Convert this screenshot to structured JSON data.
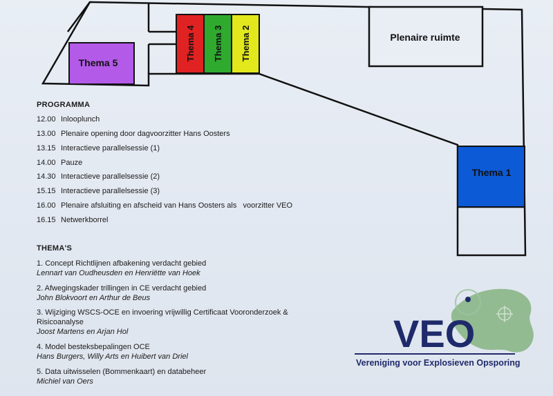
{
  "floorplan": {
    "rooms": [
      {
        "id": "thema-5",
        "label": "Thema 5",
        "color": "#b35ae8"
      },
      {
        "id": "thema-4",
        "label": "Thema 4",
        "color": "#e12222"
      },
      {
        "id": "thema-3",
        "label": "Thema 3",
        "color": "#2faa2f"
      },
      {
        "id": "thema-2",
        "label": "Thema 2",
        "color": "#e2e81c"
      },
      {
        "id": "plenaire",
        "label": "Plenaire ruimte",
        "color": "#e9eef5"
      },
      {
        "id": "thema-1",
        "label": "Thema 1",
        "color": "#0c5ad6"
      }
    ]
  },
  "programma": {
    "title": "PROGRAMMA",
    "items": [
      {
        "time": "12.00",
        "text": "Inlooplunch"
      },
      {
        "time": "13.00",
        "text": "Plenaire opening door dagvoorzitter Hans Oosters"
      },
      {
        "time": "13.15",
        "text": "Interactieve parallelsessie (1)"
      },
      {
        "time": "14.00",
        "text": "Pauze"
      },
      {
        "time": "14.30",
        "text": "Interactieve parallelsessie (2)"
      },
      {
        "time": "15.15",
        "text": "Interactieve parallelsessie (3)"
      },
      {
        "time": "16.00",
        "text": "Plenaire afsluiting en afscheid van Hans Oosters als   voorzitter VEO"
      },
      {
        "time": "16.15",
        "text": "Netwerkborrel"
      }
    ]
  },
  "themas": {
    "title": "THEMA'S",
    "items": [
      {
        "title": "1. Concept Richtlijnen afbakening verdacht gebied",
        "people": "Lennart van Oudheusden en Henriëtte van Hoek"
      },
      {
        "title": "2. Afwegingskader trillingen in CE verdacht gebied",
        "people": "John Blokvoort en Arthur de Beus"
      },
      {
        "title": "3. Wijziging WSCS-OCE en invoering vrijwillig Certificaat Vooronderzoek & Risicoanalyse",
        "people": "Joost Martens en Arjan Hol"
      },
      {
        "title": "4. Model besteksbepalingen OCE",
        "people": "Hans Burgers, Willy Arts en Huibert van Driel"
      },
      {
        "title": "5. Data uitwisselen (Bommenkaart) en databeheer",
        "people": "Michiel van Oers"
      }
    ]
  },
  "logo": {
    "wordmark": "VEO",
    "tagline": "Vereniging voor Explosieven Opsporing",
    "color": "#1f2a6b",
    "accent": "#7fb07a"
  }
}
